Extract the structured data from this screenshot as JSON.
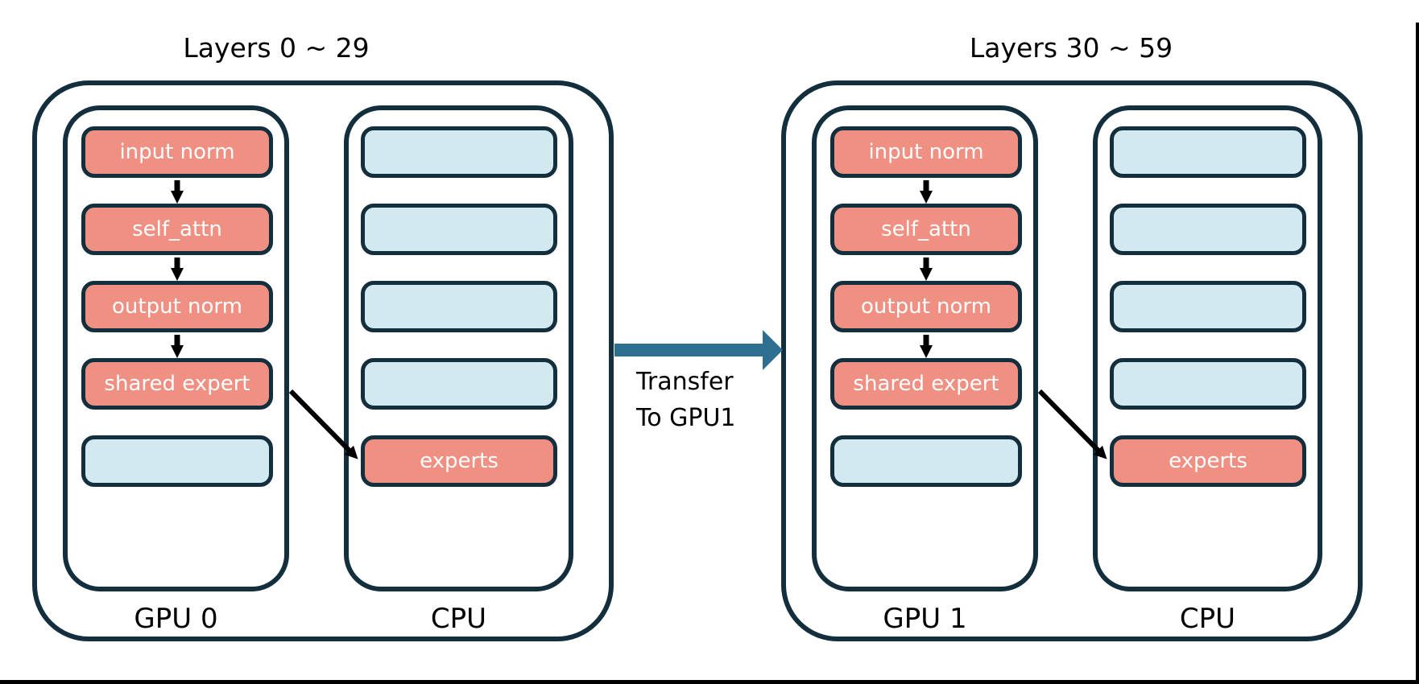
{
  "colors": {
    "stroke_navy": "#132E3C",
    "box_salmon": "#EF9082",
    "box_light_blue": "#D3E9F0",
    "transfer_arrow_teal": "#2D6E91",
    "flow_arrow_black": "#000000",
    "frame_black": "#000000"
  },
  "diagrams": {
    "left": {
      "title": "Layers 0 ~ 29",
      "gpu": {
        "label": "GPU 0",
        "boxes": [
          "input norm",
          "self_attn",
          "output norm",
          "shared expert",
          ""
        ]
      },
      "cpu": {
        "label": "CPU",
        "boxes": [
          "",
          "",
          "",
          "",
          "experts"
        ]
      }
    },
    "right": {
      "title": "Layers 30 ~ 59",
      "gpu": {
        "label": "GPU 1",
        "boxes": [
          "input norm",
          "self_attn",
          "output norm",
          "shared expert",
          ""
        ]
      },
      "cpu": {
        "label": "CPU",
        "boxes": [
          "",
          "",
          "",
          "",
          "experts"
        ]
      }
    }
  },
  "transfer": {
    "label_line1": "Transfer",
    "label_line2": "To GPU1"
  }
}
